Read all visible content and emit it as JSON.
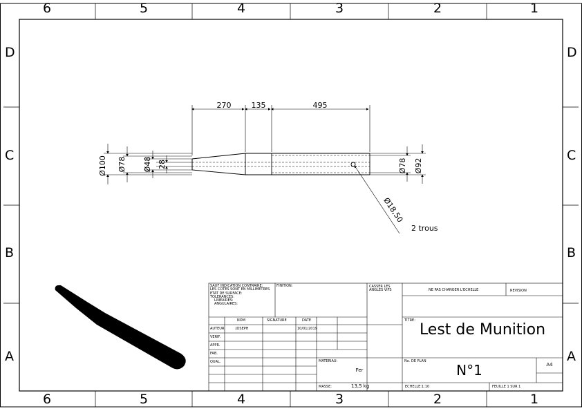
{
  "zones": {
    "columns": [
      "6",
      "5",
      "4",
      "3",
      "2",
      "1"
    ],
    "rows": [
      "D",
      "C",
      "B",
      "A"
    ]
  },
  "dimensions": {
    "len_1": "270",
    "len_2": "135",
    "len_3": "495",
    "dia_left_outer": "Ø100",
    "dia_left_mid": "Ø78",
    "dia_left_inner": "Ø48",
    "dia_left_bore": "28",
    "dia_right_inner": "Ø78",
    "dia_right_outer": "Ø92",
    "hole_dia": "Ø18,50",
    "hole_note": "2 trous"
  },
  "title_block": {
    "general_notes": [
      "SAUF INDICATION CONTRAIRE:",
      "LES COTES SONT EN MILLIMETRES",
      "ETAT DE SURFACE:",
      "TOLERANCES:",
      "LINEAIRES:",
      "ANGULAIRES:"
    ],
    "finish_label": "FINITION:",
    "edges_label": [
      "CASSER LES",
      "ANGLES VIFS"
    ],
    "no_scale": "NE PAS CHANGER L'ECHELLE",
    "revision_label": "REVISION",
    "col_nom": "NOM",
    "col_signature": "SIGNATURE",
    "col_date": "DATE",
    "row_auteur": "AUTEUR",
    "auteur_name": "JOSEPH",
    "auteur_date": "10/01/2019",
    "row_verif": "VERIF.",
    "row_appr": "APPR.",
    "row_fab": "FAB.",
    "row_qual": "QUAL.",
    "title_label": "TITRE:",
    "title": "Lest de Munition",
    "material_label": "MATERIAU:",
    "material": "Fer",
    "drawing_no_label": "No. DE PLAN",
    "drawing_no": "N°1",
    "format": "A4",
    "mass_label": "MASSE:",
    "mass": "13,5 kg",
    "scale": "ECHELLE:1:10",
    "sheet": "FEUILLE 1 SUR 1"
  }
}
